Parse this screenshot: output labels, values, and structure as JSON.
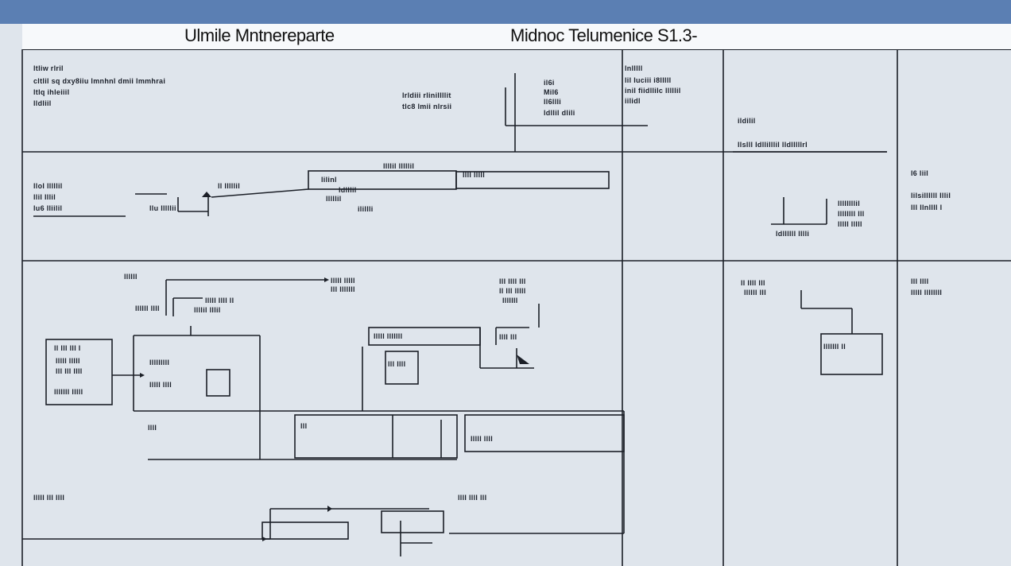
{
  "window": {
    "title_left": "Ulmile Mntnereparte",
    "title_right": "Midnoc Telumenice S1.3-"
  },
  "colors": {
    "header_bar": "#5b7fb3",
    "canvas": "#dfe5ec",
    "title_band": "#f7f9fb",
    "line": "#1b1f27"
  },
  "diagram": {
    "labels": [
      "ltliw rlril",
      "cltlil sq dxy8iiu lmnhnl dmii lmmhrai",
      "ltlq ihleiiil",
      "lldliil",
      "lrldiii rlinillllit",
      "tlc8 lmii nlrsii",
      "il6i",
      "Mil6",
      "ll6llli",
      "ldllil dlili",
      "lnlllll",
      "lil luciii i8lllll",
      "inil fiidllilc lllllil",
      "iilidl",
      "ildilil",
      "llslll ldllilllil lldlllllrl",
      "l6 liil",
      "lilsillllll lllil",
      "lll llnllll l",
      "llol lllllil",
      "llil lllil",
      "lu6 lliilil",
      "llu lllllii",
      "ll lllllil",
      "llllil lllllil",
      "lilinl",
      "ldlllil",
      "lllllil",
      "ilillli",
      "llll lllll",
      "llllllllil",
      "llllllll lll",
      "lllll lllll",
      "ldllllll lllli",
      "llllll",
      "llllll llll",
      "lllll llll ll",
      "llllil lllil",
      "lllll lllll",
      "lll lllllll",
      "lll llll lll",
      "ll lll lllll",
      "lllllll",
      "ll lll lll l",
      "lllll lllll",
      "lll lll llll",
      "lllllll lllll",
      "lllllllll",
      "lllll llll",
      "lllll lllllll",
      "lll llll",
      "llll lll",
      "ll llll lll",
      "llllll lll",
      "lllllll ll",
      "lll llll",
      "lllll llllllll",
      "llll",
      "lll",
      "lllll llll",
      "lllll lll llll",
      "llll llll lll"
    ]
  }
}
